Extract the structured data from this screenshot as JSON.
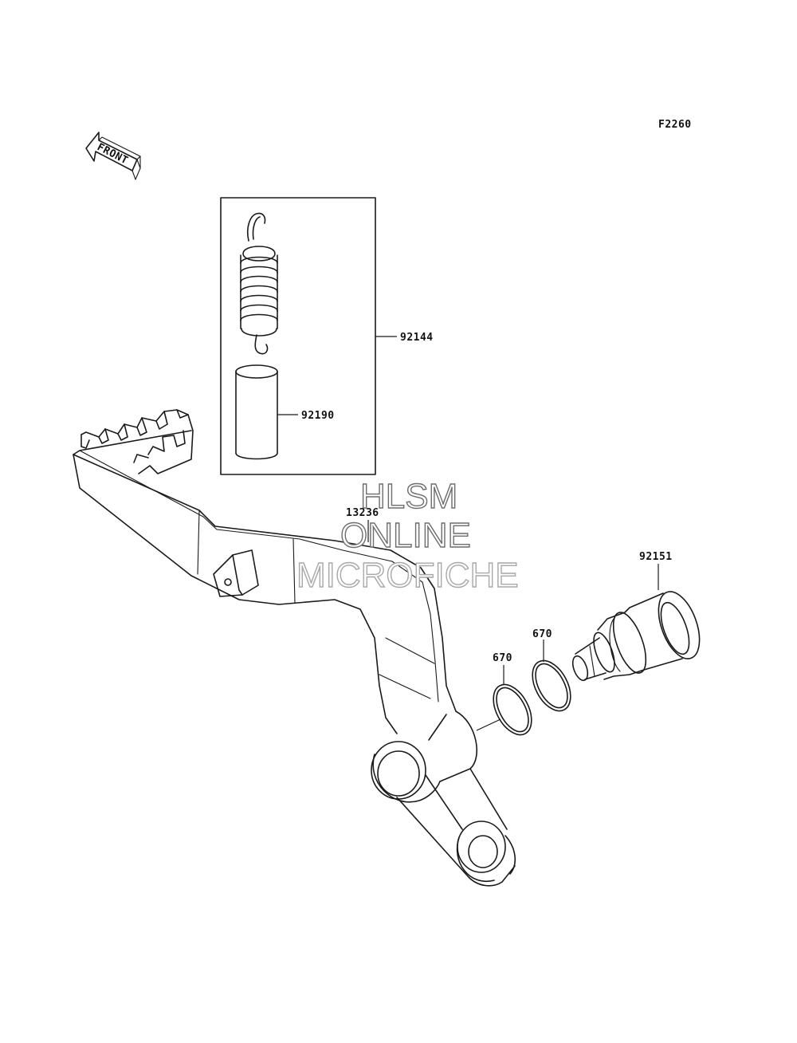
{
  "figure_code": "F2260",
  "front_label": "FRONT",
  "parts": {
    "spring_set": "92144",
    "bushing": "92190",
    "brake_pedal": "13236",
    "pivot_shaft": "92151",
    "o_ring_inner": "670",
    "o_ring_outer": "670"
  },
  "watermark": {
    "line1": "HLSM",
    "line2": "ONLINE",
    "line3": "MICROFICHE"
  }
}
